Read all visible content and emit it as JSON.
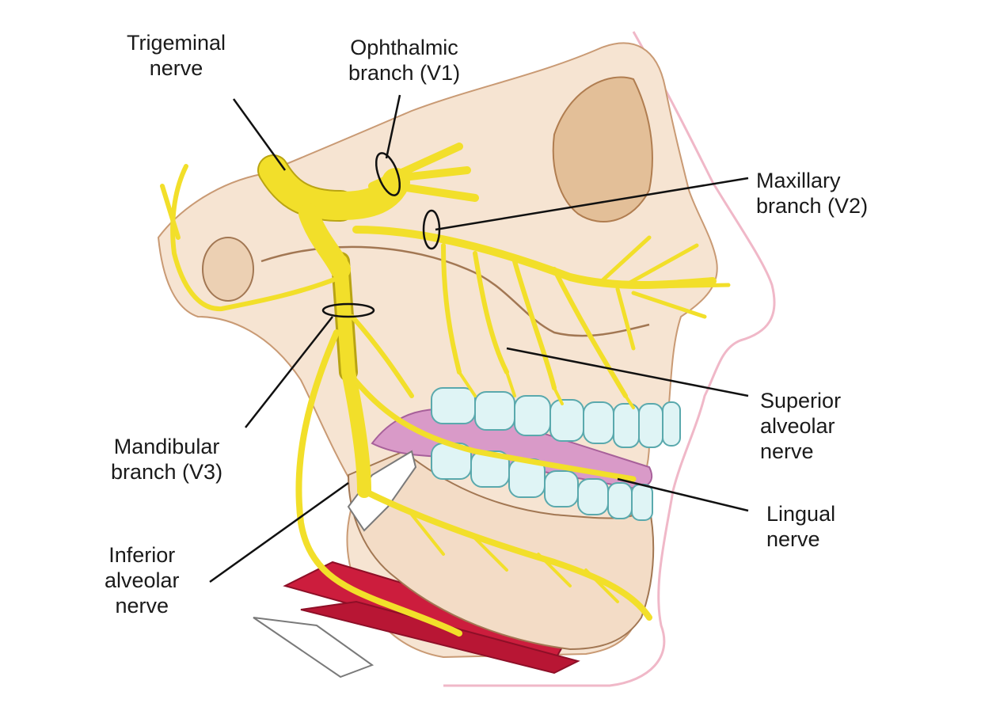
{
  "diagram": {
    "labels": {
      "trigeminal": [
        "Trigeminal",
        "nerve"
      ],
      "ophthalmic": [
        "Ophthalmic",
        "branch (V1)"
      ],
      "maxillary": [
        "Maxillary",
        "branch (V2)"
      ],
      "superior_alveolar": [
        "Superior",
        "alveolar",
        "nerve"
      ],
      "mandibular": [
        "Mandibular",
        "branch (V3)"
      ],
      "lingual": [
        "Lingual",
        "nerve"
      ],
      "inferior_alveolar": [
        "Inferior",
        "alveolar",
        "nerve"
      ]
    },
    "colors": {
      "skin": "#f6e4d2",
      "skin_shadow": "#e3bf98",
      "nerve": "#f2df2a",
      "nerve_outline": "#b9a412",
      "teeth": "#dff4f5",
      "teeth_outline": "#5aa9ad",
      "gum": "#d99ac8",
      "muscle": "#cc1d3d",
      "leader_line": "#111111",
      "profile_outline": "#f0b8c8"
    }
  }
}
